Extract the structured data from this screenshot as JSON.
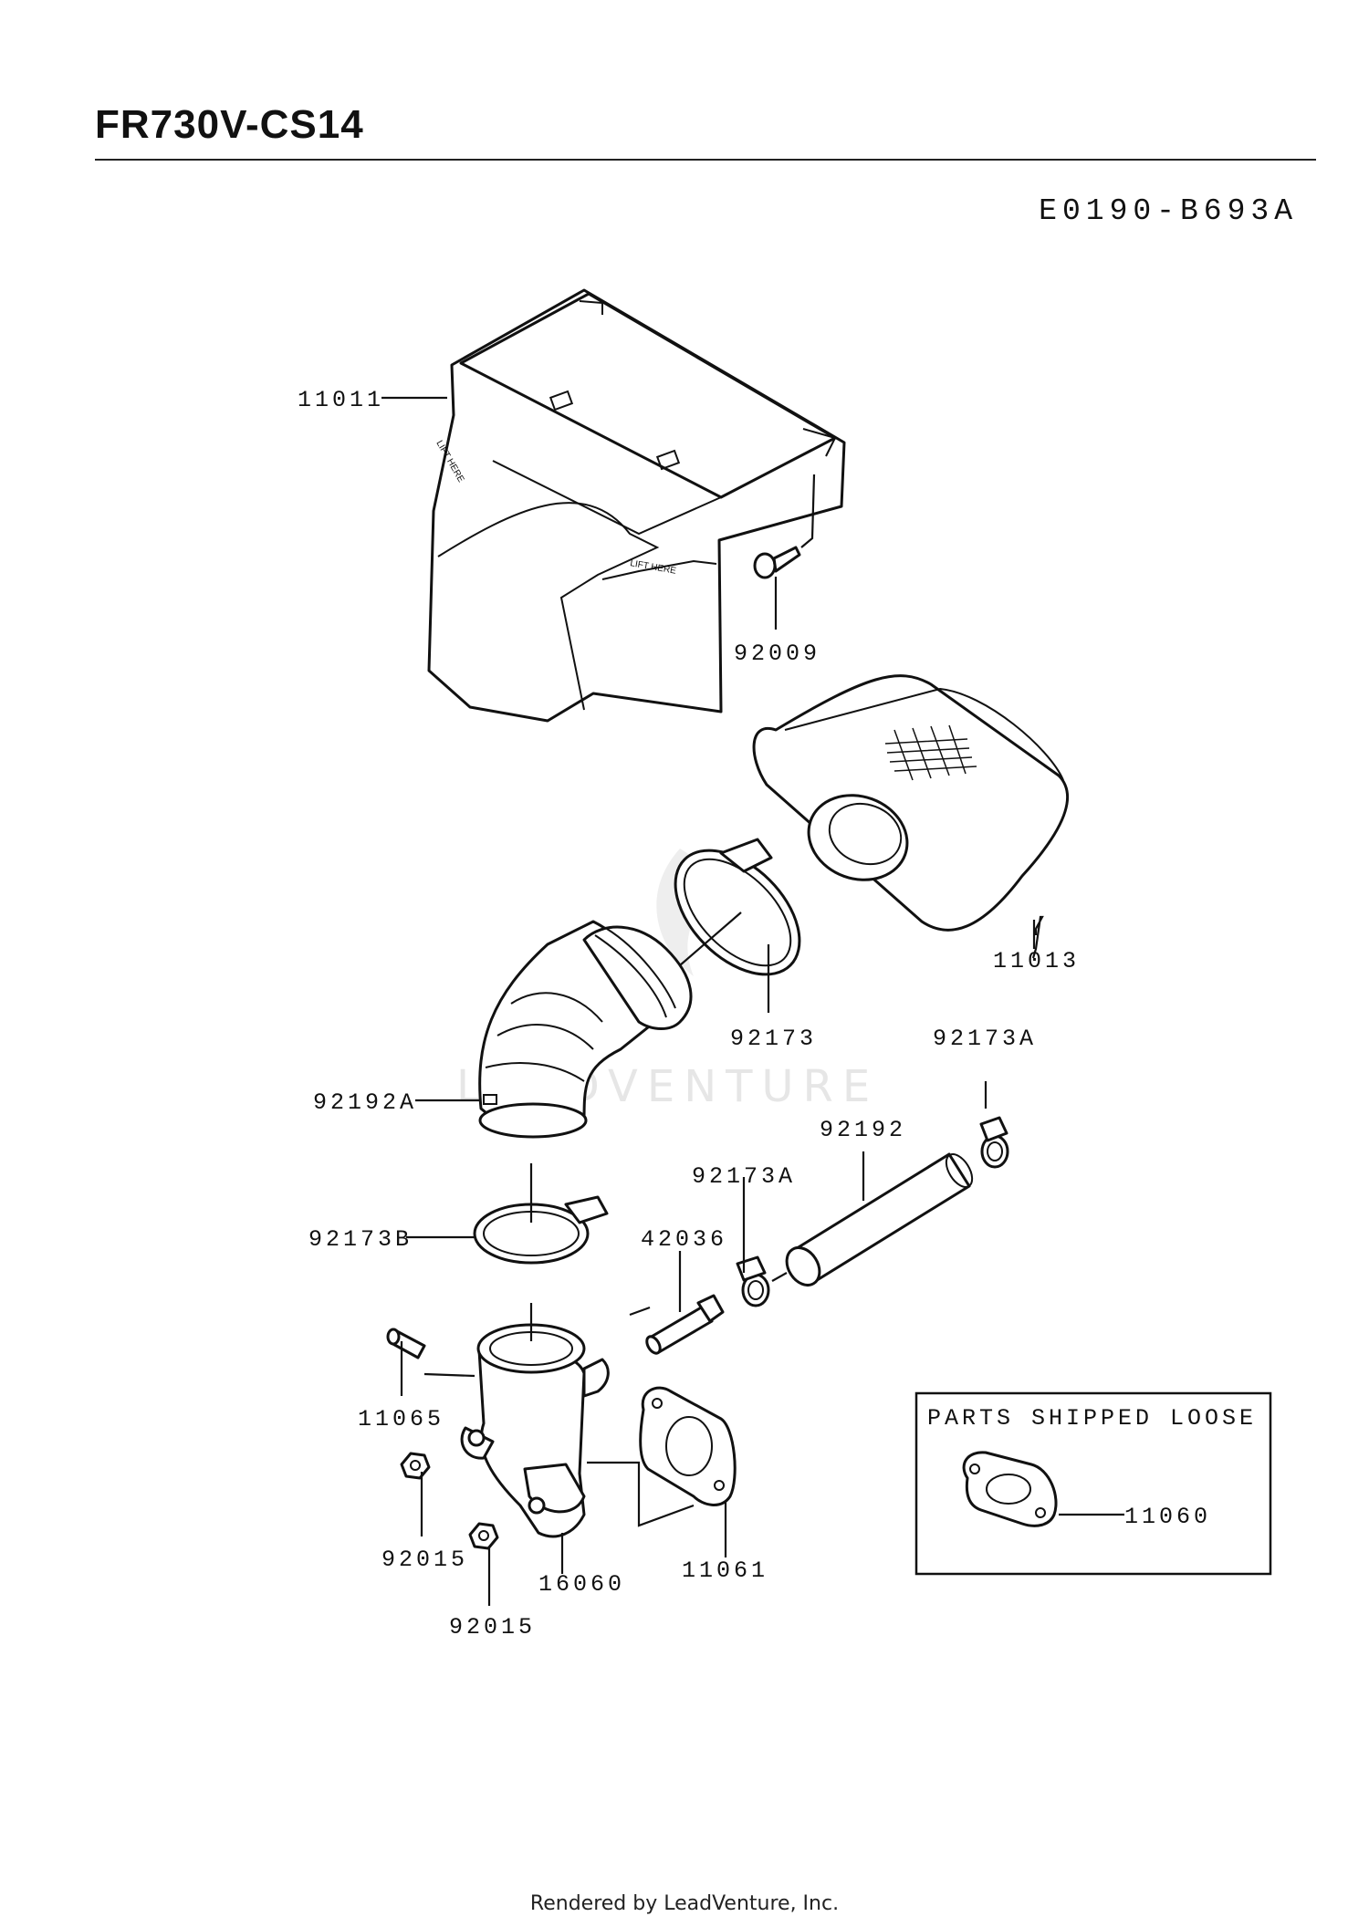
{
  "header": {
    "title": "FR730V-CS14",
    "diagram_code": "E0190-B693A"
  },
  "watermark": "LEADVENTURE",
  "parts_box": {
    "title": "PARTS SHIPPED LOOSE"
  },
  "callouts": {
    "c11011": "11011",
    "c92009": "92009",
    "c11013": "11013",
    "c92173": "92173",
    "c92173A_top": "92173A",
    "c92192A": "92192A",
    "c92192": "92192",
    "c92173A_mid": "92173A",
    "c92173B": "92173B",
    "c42036": "42036",
    "c11065": "11065",
    "c92015_a": "92015",
    "c92015_b": "92015",
    "c16060": "16060",
    "c11061": "11061",
    "c11060": "11060"
  },
  "footer": {
    "text": "Rendered by LeadVenture, Inc."
  }
}
